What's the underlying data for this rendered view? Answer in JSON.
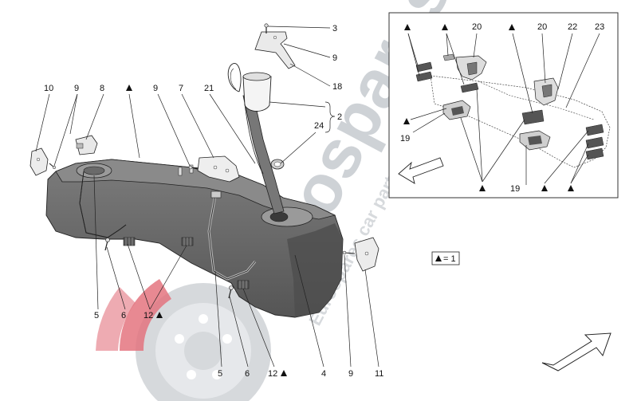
{
  "diagram": {
    "callouts": {
      "c3": "3",
      "c9a": "9",
      "c18": "18",
      "c2": "2",
      "c24": "24",
      "c10": "10",
      "c9b": "9",
      "c8": "8",
      "c9c": "9",
      "c7": "7",
      "c21": "21",
      "c5a": "5",
      "c6a": "6",
      "c12a": "12",
      "c5b": "5",
      "c6b": "6",
      "c12b": "12",
      "c4": "4",
      "c9d": "9",
      "c11": "11",
      "i20a": "20",
      "i20b": "20",
      "i22": "22",
      "i23": "23",
      "i19a": "19",
      "i19b": "19"
    },
    "legend": {
      "equals_text": "= 1"
    },
    "watermark": {
      "main": "eurospares",
      "sub": "Eurospares car parts specialist"
    },
    "colors": {
      "tank_fill": "#6a6a6a",
      "tank_dark": "#4a4a4a",
      "line": "#222222",
      "watermark_red": "#e06470",
      "watermark_gray": "#c9cdd2"
    }
  }
}
